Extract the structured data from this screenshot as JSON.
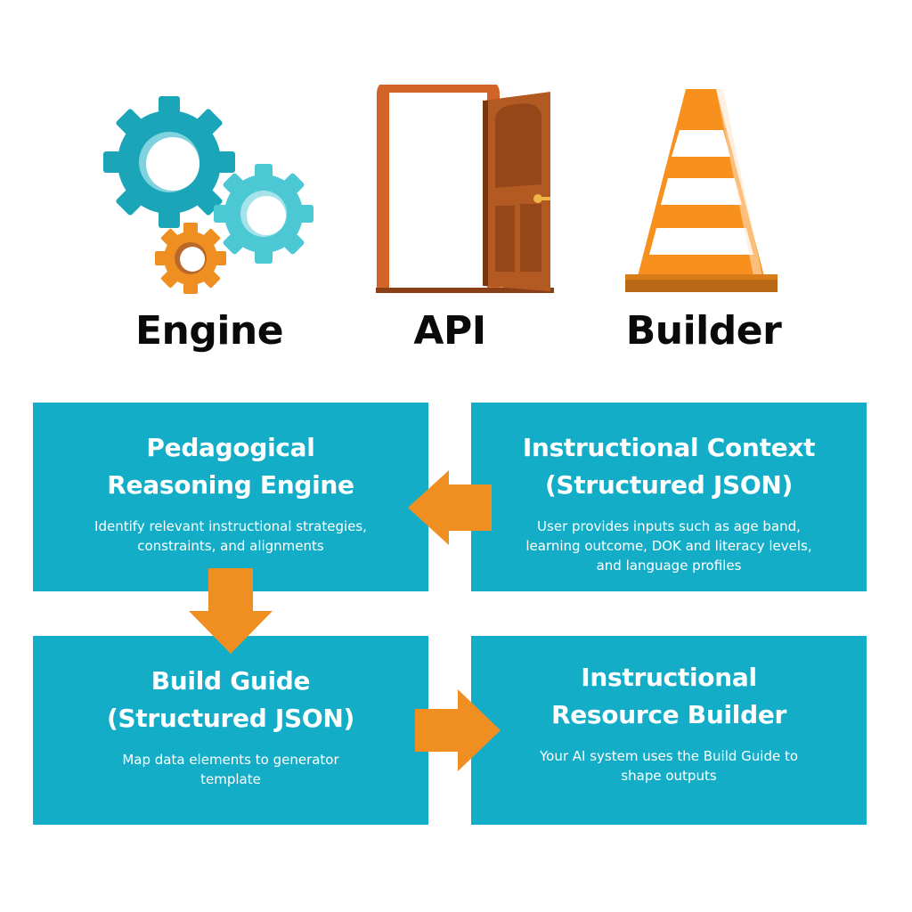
{
  "colors": {
    "box": "#13adc8",
    "arrow": "#ef8f22",
    "gear_dark": "#1aa6b8",
    "gear_light": "#4cc8d5",
    "gear_orange": "#ef8f22",
    "door": "#b35a22",
    "cone": "#f8901d"
  },
  "icons": {
    "engine": "gears-icon",
    "api": "door-icon",
    "builder": "traffic-cone-icon"
  },
  "headings": {
    "engine": "Engine",
    "api": "API",
    "builder": "Builder"
  },
  "boxes": {
    "reasoning": {
      "title_line1": "Pedagogical",
      "title_line2": "Reasoning Engine",
      "desc_line1": "Identify relevant instructional strategies,",
      "desc_line2": "constraints, and alignments"
    },
    "context": {
      "title_line1": "Instructional Context",
      "title_line2": "(Structured JSON)",
      "desc_line1": "User provides inputs such as age band,",
      "desc_line2": "learning outcome, DOK and literacy levels,",
      "desc_line3": "and language profiles"
    },
    "guide": {
      "title_line1": "Build Guide",
      "title_line2": "(Structured JSON)",
      "desc_line1": "Map data elements to generator",
      "desc_line2": "template"
    },
    "builder": {
      "title_line1": "Instructional",
      "title_line2": "Resource Builder",
      "desc_line1": "Your AI system uses the Build Guide to",
      "desc_line2": "shape outputs"
    }
  }
}
